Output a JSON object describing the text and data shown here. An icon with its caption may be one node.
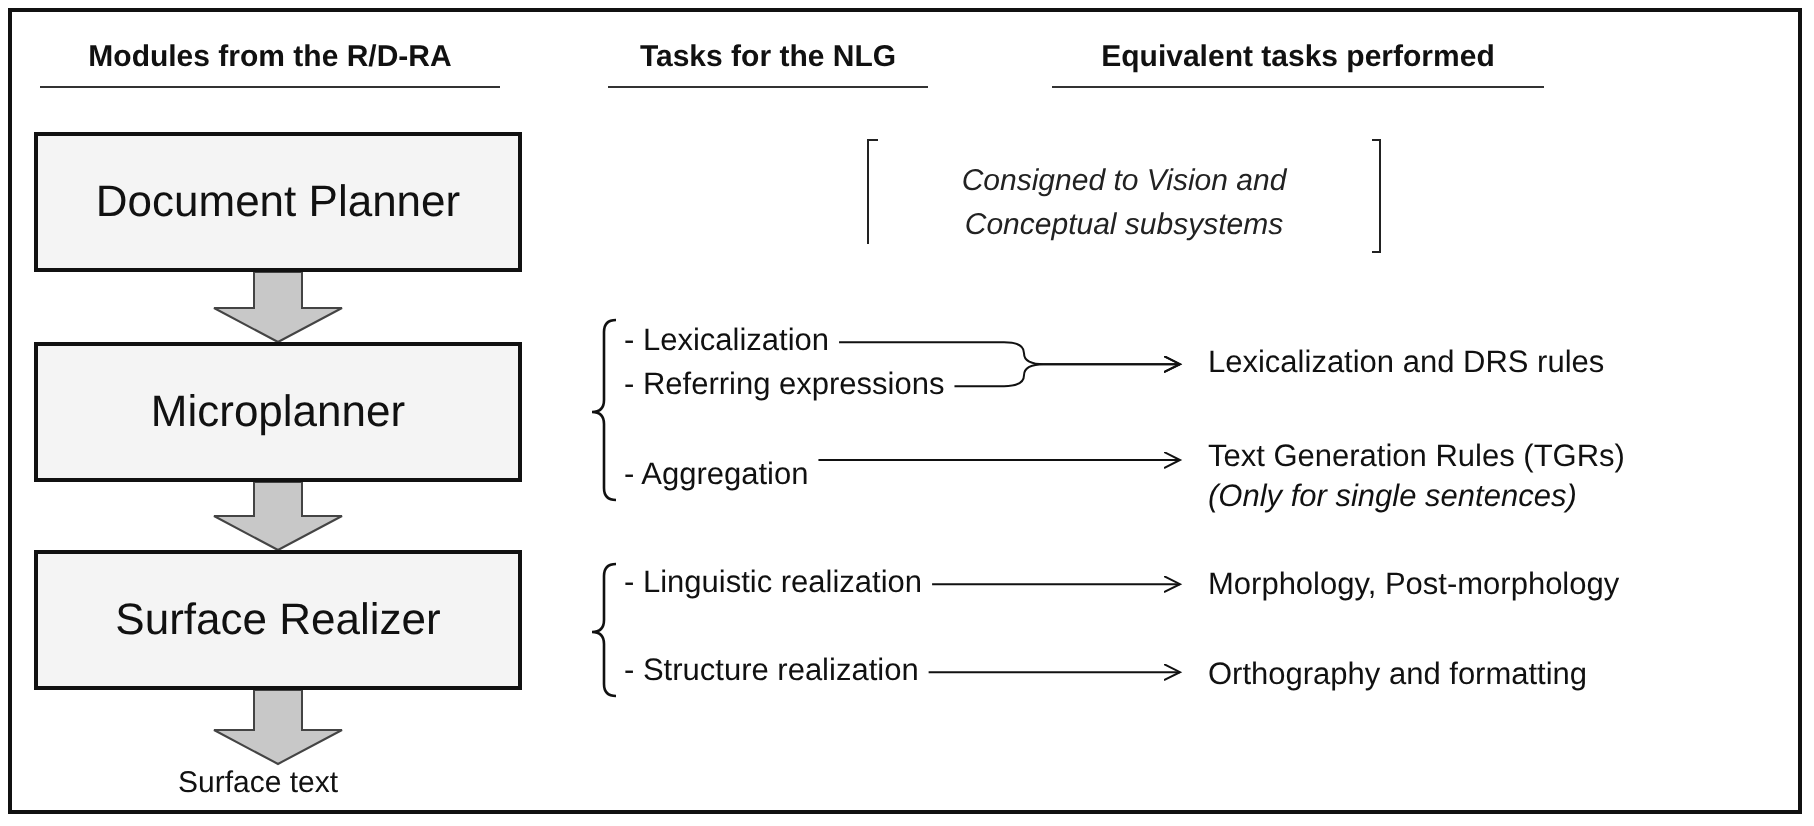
{
  "diagram": {
    "nodes": [
      {
        "text": [
          "Document Planner"
        ]
      },
      {
        "text": [
          "Microplanner"
        ]
      },
      {
        "text": [
          "Surface Realizer"
        ]
      },
      {
        "text": [
          "Surface text"
        ]
      },
      {
        "text": [
          "- Lexicalization"
        ]
      },
      {
        "text": [
          "- Referring expressions"
        ]
      },
      {
        "text": [
          "- Aggregation"
        ]
      },
      {
        "text": [
          "- Linguistic realization"
        ]
      },
      {
        "text": [
          "- Structure realization"
        ]
      },
      {
        "text": [
          "Lexicalization and DRS rules"
        ]
      },
      {
        "text": [
          "Text Generation Rules (TGRs)",
          "(Only for single sentences)"
        ]
      },
      {
        "text": [
          "Morphology, Post-morphology"
        ]
      },
      {
        "text": [
          "Orthography and formatting"
        ]
      }
    ],
    "edges": [
      {
        "from": 0,
        "to": 1,
        "arrow": "to"
      },
      {
        "from": 1,
        "to": 2,
        "arrow": "to"
      },
      {
        "from": 2,
        "to": 3,
        "arrow": "to"
      },
      {
        "from": 4,
        "to": 9,
        "arrow": "to"
      },
      {
        "from": 5,
        "to": 9,
        "arrow": "to"
      },
      {
        "from": 6,
        "to": 10,
        "arrow": "to"
      },
      {
        "from": 7,
        "to": 11,
        "arrow": "to"
      },
      {
        "from": 8,
        "to": 12,
        "arrow": "to"
      }
    ],
    "labels": [
      "Modules from the R/D-RA",
      "Tasks for the NLG",
      "Equivalent tasks performed",
      "Consigned to Vision and Conceptual subsystems"
    ]
  }
}
